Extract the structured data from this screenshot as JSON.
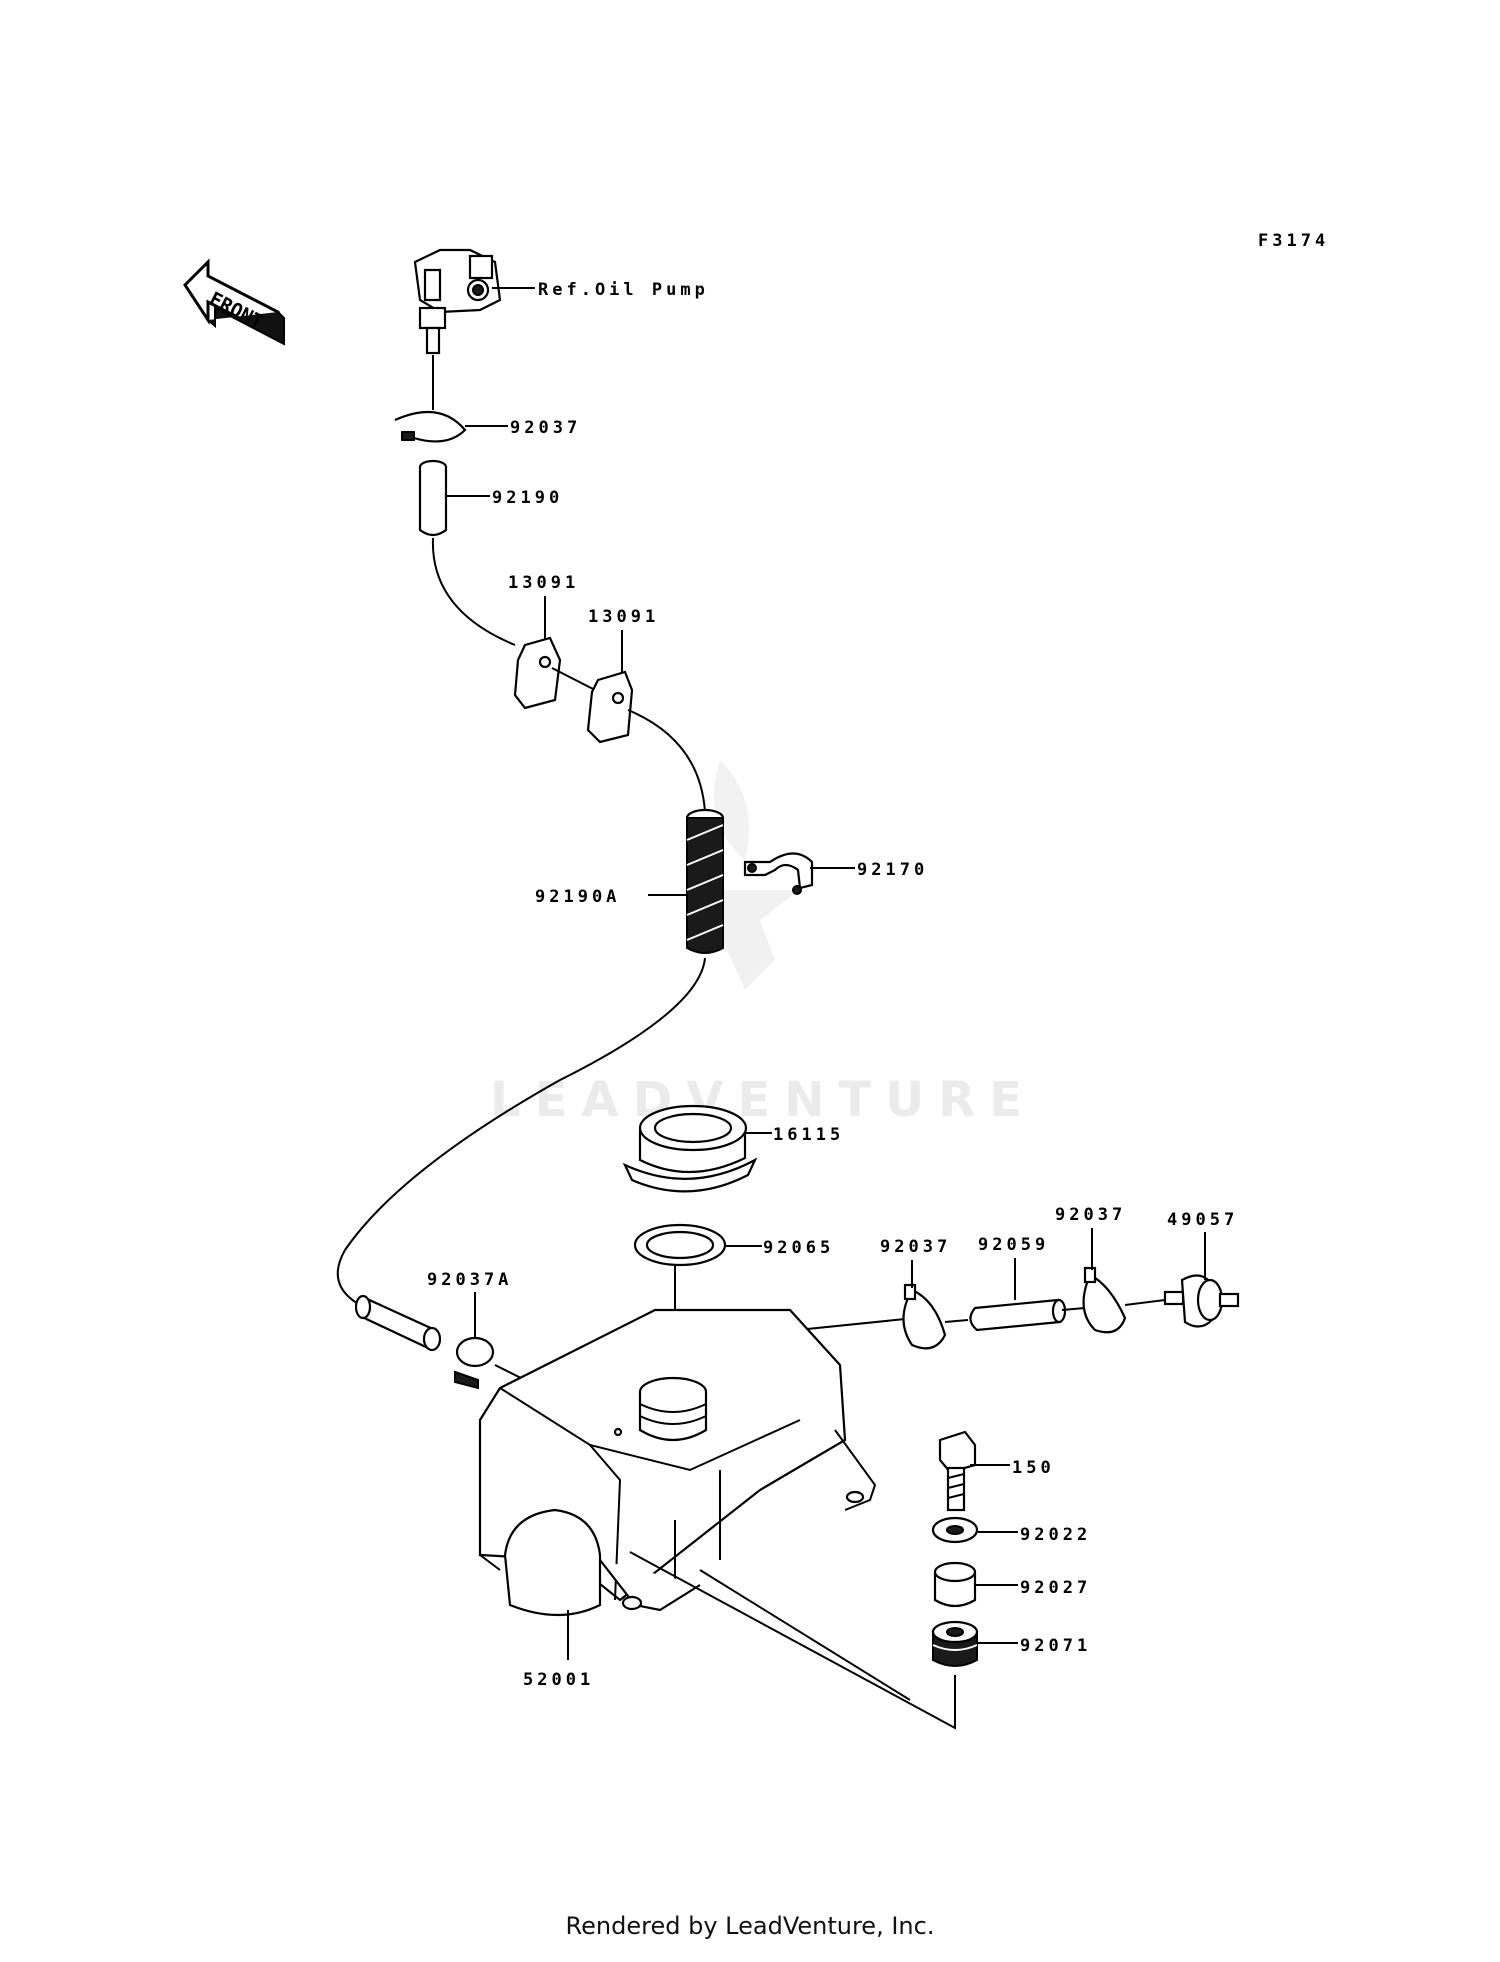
{
  "figure_code": "F3174",
  "front_label": "FRONT",
  "watermark_text": "LEADVENTURE",
  "footer": "Rendered by LeadVenture, Inc.",
  "parts": {
    "ref_oil_pump": "Ref.Oil Pump",
    "p92037_top": "92037",
    "p92190": "92190",
    "p13091_a": "13091",
    "p13091_b": "13091",
    "p92170": "92170",
    "p92190A": "92190A",
    "p16115": "16115",
    "p92065": "92065",
    "p92037_mid": "92037",
    "p92059": "92059",
    "p92037_right": "92037",
    "p49057": "49057",
    "p92037A": "92037A",
    "p150": "150",
    "p92022": "92022",
    "p92027": "92027",
    "p92071": "92071",
    "p52001": "52001"
  }
}
